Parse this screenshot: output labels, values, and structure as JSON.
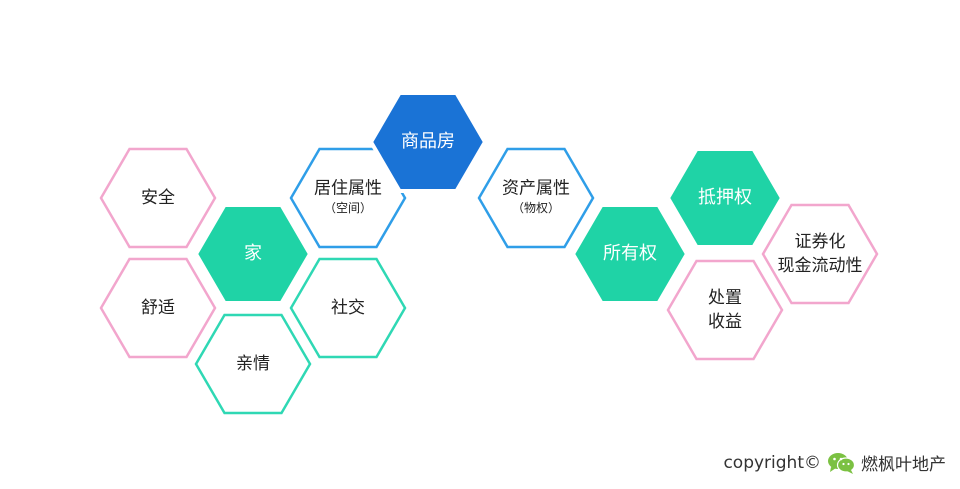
{
  "colors": {
    "pink": "#f2a6cd",
    "teal": "#2fd8b4",
    "teal_fill": "#1fd3a6",
    "blue_stroke": "#2f9ee8",
    "blue_fill": "#1a73d6",
    "text_dark": "#222222",
    "text_light": "#ffffff",
    "wechat_green": "#7bc142"
  },
  "hexagons": [
    {
      "id": "anquan",
      "lines": [
        "安全"
      ],
      "style": "pink-outline"
    },
    {
      "id": "shushi",
      "lines": [
        "舒适"
      ],
      "style": "pink-outline"
    },
    {
      "id": "jia",
      "lines": [
        "家"
      ],
      "style": "teal-filled"
    },
    {
      "id": "qinqing",
      "lines": [
        "亲情"
      ],
      "style": "teal-outline"
    },
    {
      "id": "juzhu",
      "lines": [
        "居住属性"
      ],
      "sub": "（空间）",
      "style": "blue-outline"
    },
    {
      "id": "shejiao",
      "lines": [
        "社交"
      ],
      "style": "teal-outline"
    },
    {
      "id": "shangpinfang",
      "lines": [
        "商品房"
      ],
      "style": "blue-filled"
    },
    {
      "id": "zichan",
      "lines": [
        "资产属性"
      ],
      "sub": "（物权）",
      "style": "blue-outline"
    },
    {
      "id": "suoyouquan",
      "lines": [
        "所有权"
      ],
      "style": "teal-filled"
    },
    {
      "id": "diyaquan",
      "lines": [
        "抵押权"
      ],
      "style": "teal-filled"
    },
    {
      "id": "chuzhi",
      "lines": [
        "处置",
        "收益"
      ],
      "style": "pink-outline"
    },
    {
      "id": "zhengquanhua",
      "lines": [
        "证券化",
        "现金流动性"
      ],
      "style": "pink-outline"
    }
  ],
  "footer": {
    "copyright": "copyright©",
    "brand": "燃枫叶地产",
    "icon": "wechat-icon"
  }
}
